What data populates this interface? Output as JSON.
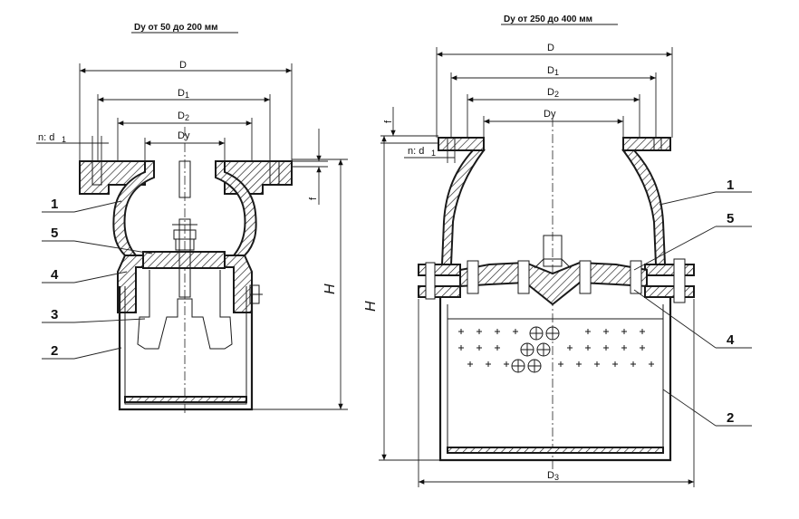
{
  "left_view": {
    "title": "Dy от 50 до 200 мм",
    "dims": {
      "D": "D",
      "D1": "D",
      "D1_sub": "1",
      "D2": "D",
      "D2_sub": "2",
      "Dy": "Dy",
      "nd": "n: d",
      "nd_sub": "1",
      "f": "f",
      "H": "H"
    },
    "callouts": [
      "1",
      "5",
      "4",
      "3",
      "2"
    ]
  },
  "right_view": {
    "title": "Dy от 250 до 400 мм",
    "dims": {
      "D": "D",
      "D1": "D",
      "D1_sub": "1",
      "D2": "D",
      "D2_sub": "2",
      "Dy": "Dy",
      "nd": "n: d",
      "nd_sub": "1",
      "f": "f",
      "H": "H",
      "D3": "D",
      "D3_sub": "3"
    },
    "callouts": [
      "1",
      "5",
      "4",
      "2"
    ]
  }
}
